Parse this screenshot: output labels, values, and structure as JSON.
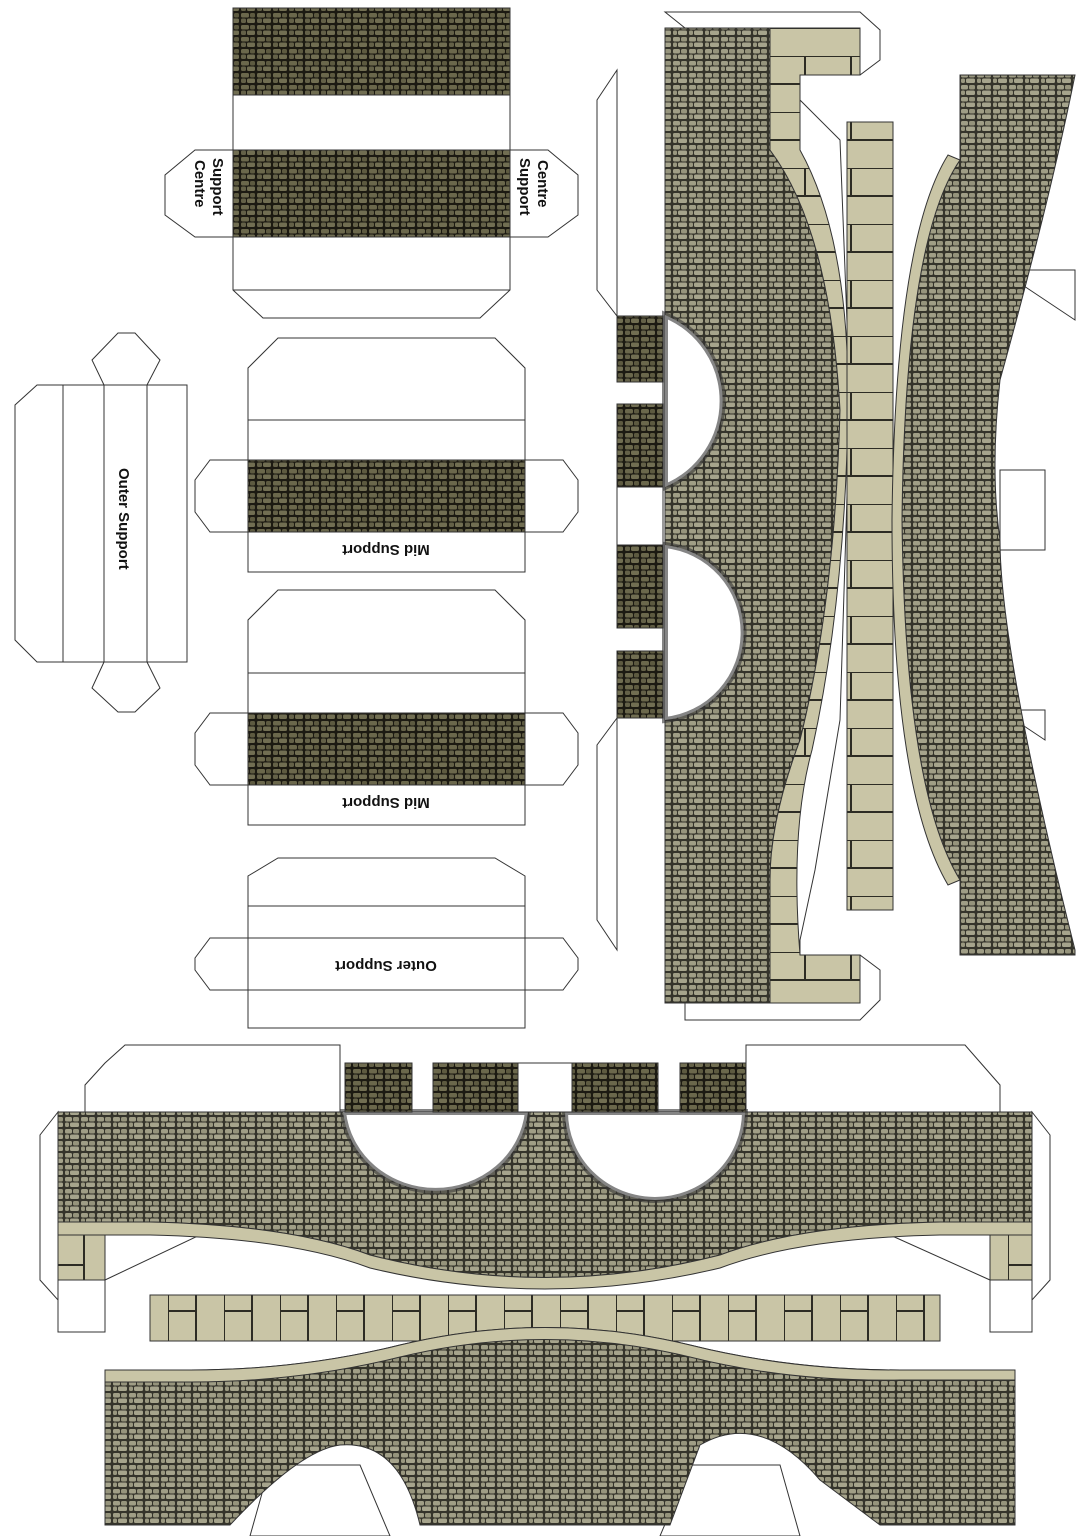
{
  "labels": {
    "centre_support_line1": "Centre",
    "centre_support_line2": "Support",
    "outer_support": "Outer Support",
    "mid_support": "Mid Support"
  },
  "colors": {
    "cobble_stone": "#a09e86",
    "mortar": "#35342b",
    "dark_stone": "#6b684c",
    "dark_mortar": "#1c1a12",
    "block_stone": "#c9c5a6"
  }
}
